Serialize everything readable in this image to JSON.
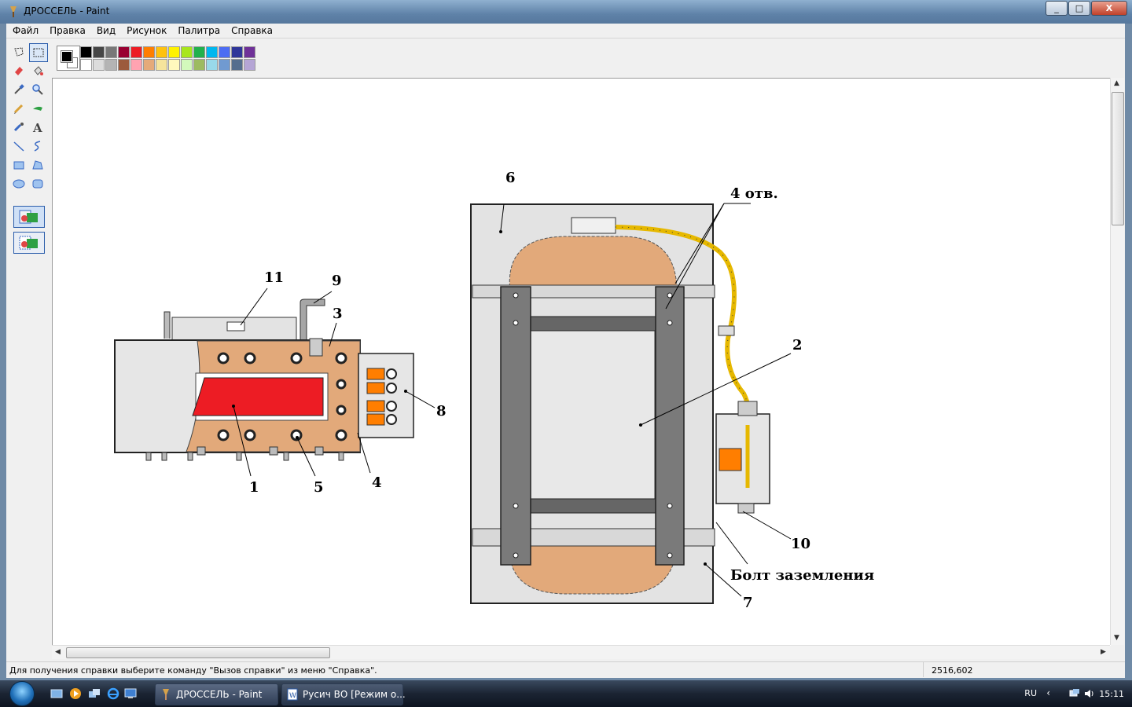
{
  "window": {
    "title": "ДРОССЕЛЬ - Paint",
    "controls": [
      "_",
      "□",
      "X"
    ]
  },
  "menu": [
    "Файл",
    "Правка",
    "Вид",
    "Рисунок",
    "Палитра",
    "Справка"
  ],
  "tools": [
    {
      "name": "free-select-icon"
    },
    {
      "name": "rect-select-icon"
    },
    {
      "name": "eraser-icon"
    },
    {
      "name": "fill-icon"
    },
    {
      "name": "color-picker-icon"
    },
    {
      "name": "magnifier-icon"
    },
    {
      "name": "pencil-icon"
    },
    {
      "name": "brush-icon"
    },
    {
      "name": "airbrush-icon"
    },
    {
      "name": "text-icon"
    },
    {
      "name": "line-icon"
    },
    {
      "name": "curve-icon"
    },
    {
      "name": "rectangle-icon"
    },
    {
      "name": "polygon-icon"
    },
    {
      "name": "ellipse-icon"
    },
    {
      "name": "rounded-rect-icon"
    }
  ],
  "palette": {
    "row1": [
      "#000000",
      "#464646",
      "#787878",
      "#990030",
      "#ed1c24",
      "#ff7e00",
      "#ffc20e",
      "#fff200",
      "#a8e61d",
      "#22b14c",
      "#00b7ef",
      "#4d6df3",
      "#2f3699",
      "#6f3198"
    ],
    "row2": [
      "#ffffff",
      "#dcdcdc",
      "#b4b4b4",
      "#9c5a3c",
      "#ffa3b1",
      "#e5aa7a",
      "#f5e49c",
      "#fff9bd",
      "#d3f9bc",
      "#9dbb61",
      "#99d9ea",
      "#709ad1",
      "#546d8e",
      "#b5a5d5"
    ]
  },
  "drawing": {
    "labels": {
      "l1": "1",
      "l2": "2",
      "l3": "3",
      "l4a": "4",
      "l4b": "4 отв.",
      "l5": "5",
      "l6": "6",
      "l7": "7",
      "l8": "8",
      "l9": "9",
      "l10": "10",
      "l11": "11",
      "bolt": "Болт заземления"
    }
  },
  "status": {
    "help": "Для получения справки выберите команду \"Вызов справки\" из меню \"Справка\".",
    "coords": "2516,602"
  },
  "taskbar": {
    "tasks": [
      {
        "label": "ДРОССЕЛЬ - Paint"
      },
      {
        "label": "Русич ВО [Режим о..."
      }
    ],
    "lang": "RU",
    "clock": "15:11"
  }
}
